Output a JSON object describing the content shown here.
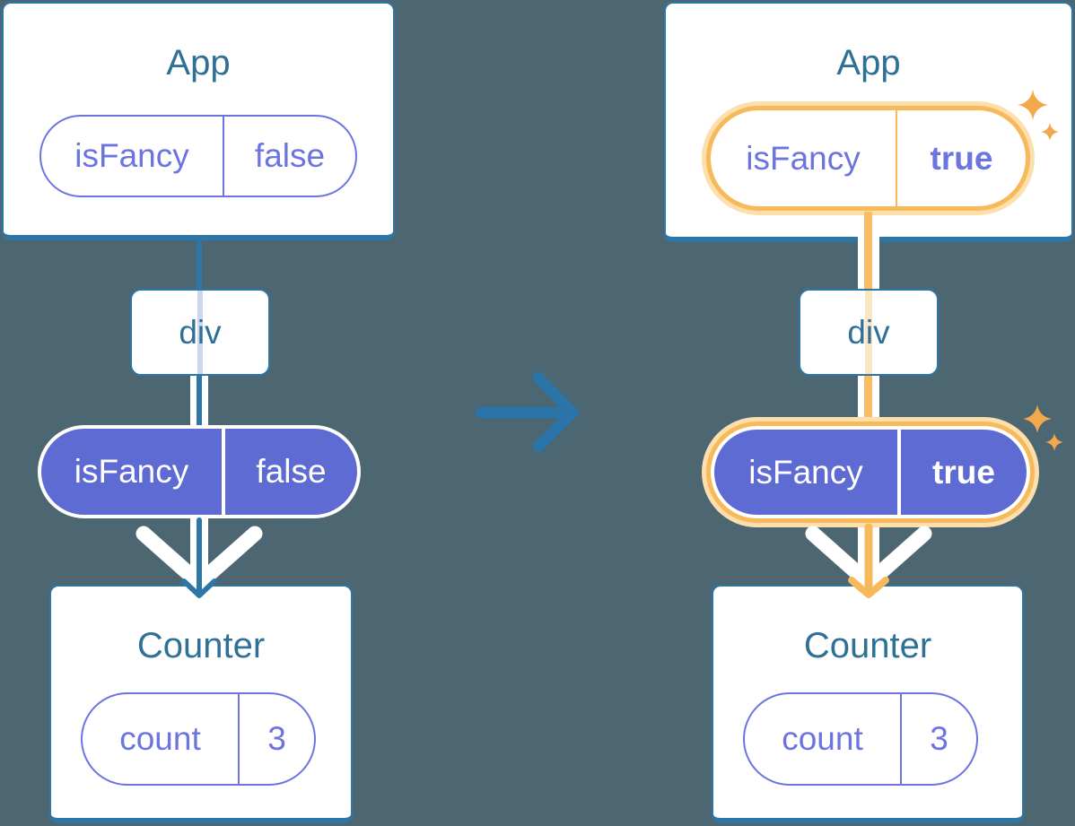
{
  "colors": {
    "background": "#4c6672",
    "tree_blue": "#2e76a6",
    "heading_text": "#2f7097",
    "purple_fill": "#5e6bd3",
    "purple_text": "#6b74df",
    "highlight_orange": "#f7ba5b",
    "highlight_glow": "#fcdfad",
    "sparkle": "#f2a94b",
    "transition_arrow": "#2b74a8"
  },
  "before": {
    "app": {
      "title": "App",
      "prop_name": "isFancy",
      "prop_value": "false"
    },
    "div_label": "div",
    "passed_prop": {
      "name": "isFancy",
      "value": "false"
    },
    "counter": {
      "title": "Counter",
      "state_name": "count",
      "state_value": "3"
    }
  },
  "after": {
    "app": {
      "title": "App",
      "prop_name": "isFancy",
      "prop_value": "true"
    },
    "div_label": "div",
    "passed_prop": {
      "name": "isFancy",
      "value": "true"
    },
    "counter": {
      "title": "Counter",
      "state_name": "count",
      "state_value": "3"
    }
  }
}
